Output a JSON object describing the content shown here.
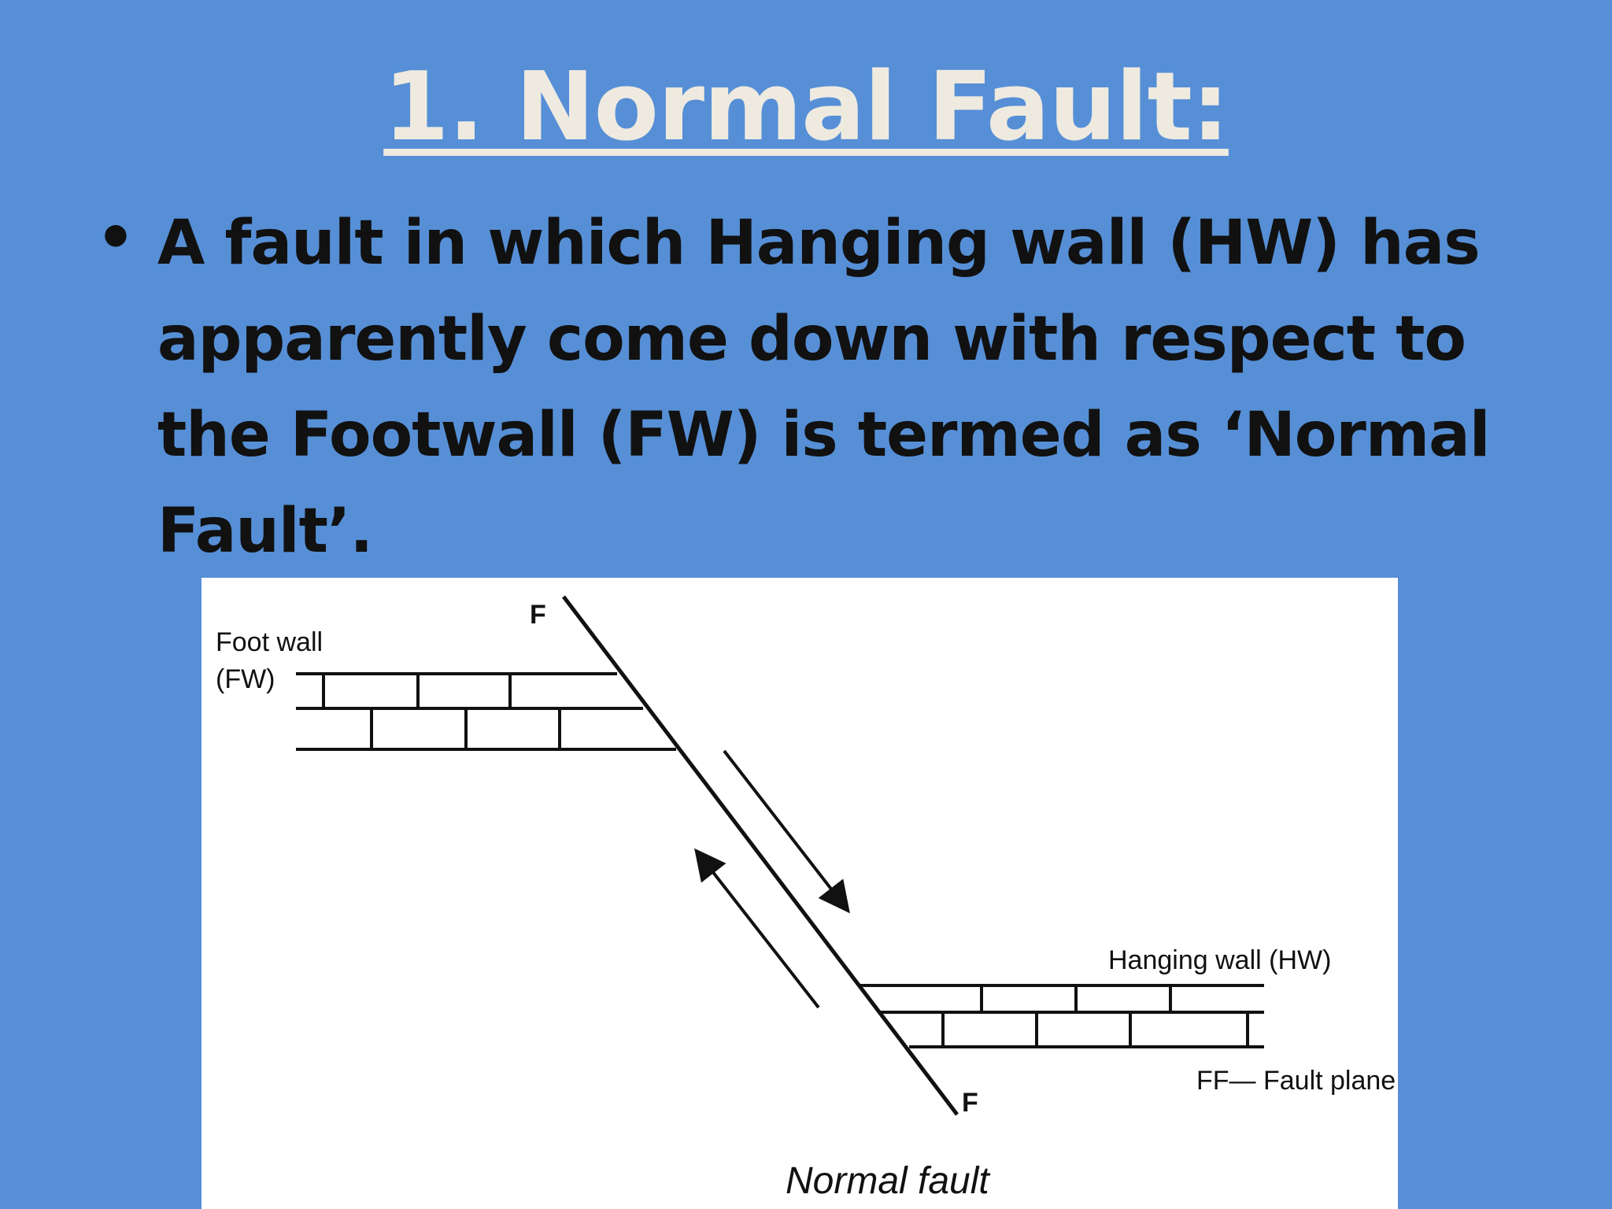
{
  "slide": {
    "title": "1. Normal Fault:",
    "bullet": "A fault in which Hanging wall (HW) has apparently come down with respect to the Footwall (FW) is termed as ‘Normal Fault’."
  },
  "diagram": {
    "label_f_top": "F",
    "label_f_bottom": "F",
    "label_footwall_1": "Foot wall",
    "label_footwall_2": "(FW)",
    "label_hanging_wall": "Hanging wall (HW)",
    "label_fault_plane": "FF— Fault plane",
    "caption": "Normal fault"
  }
}
